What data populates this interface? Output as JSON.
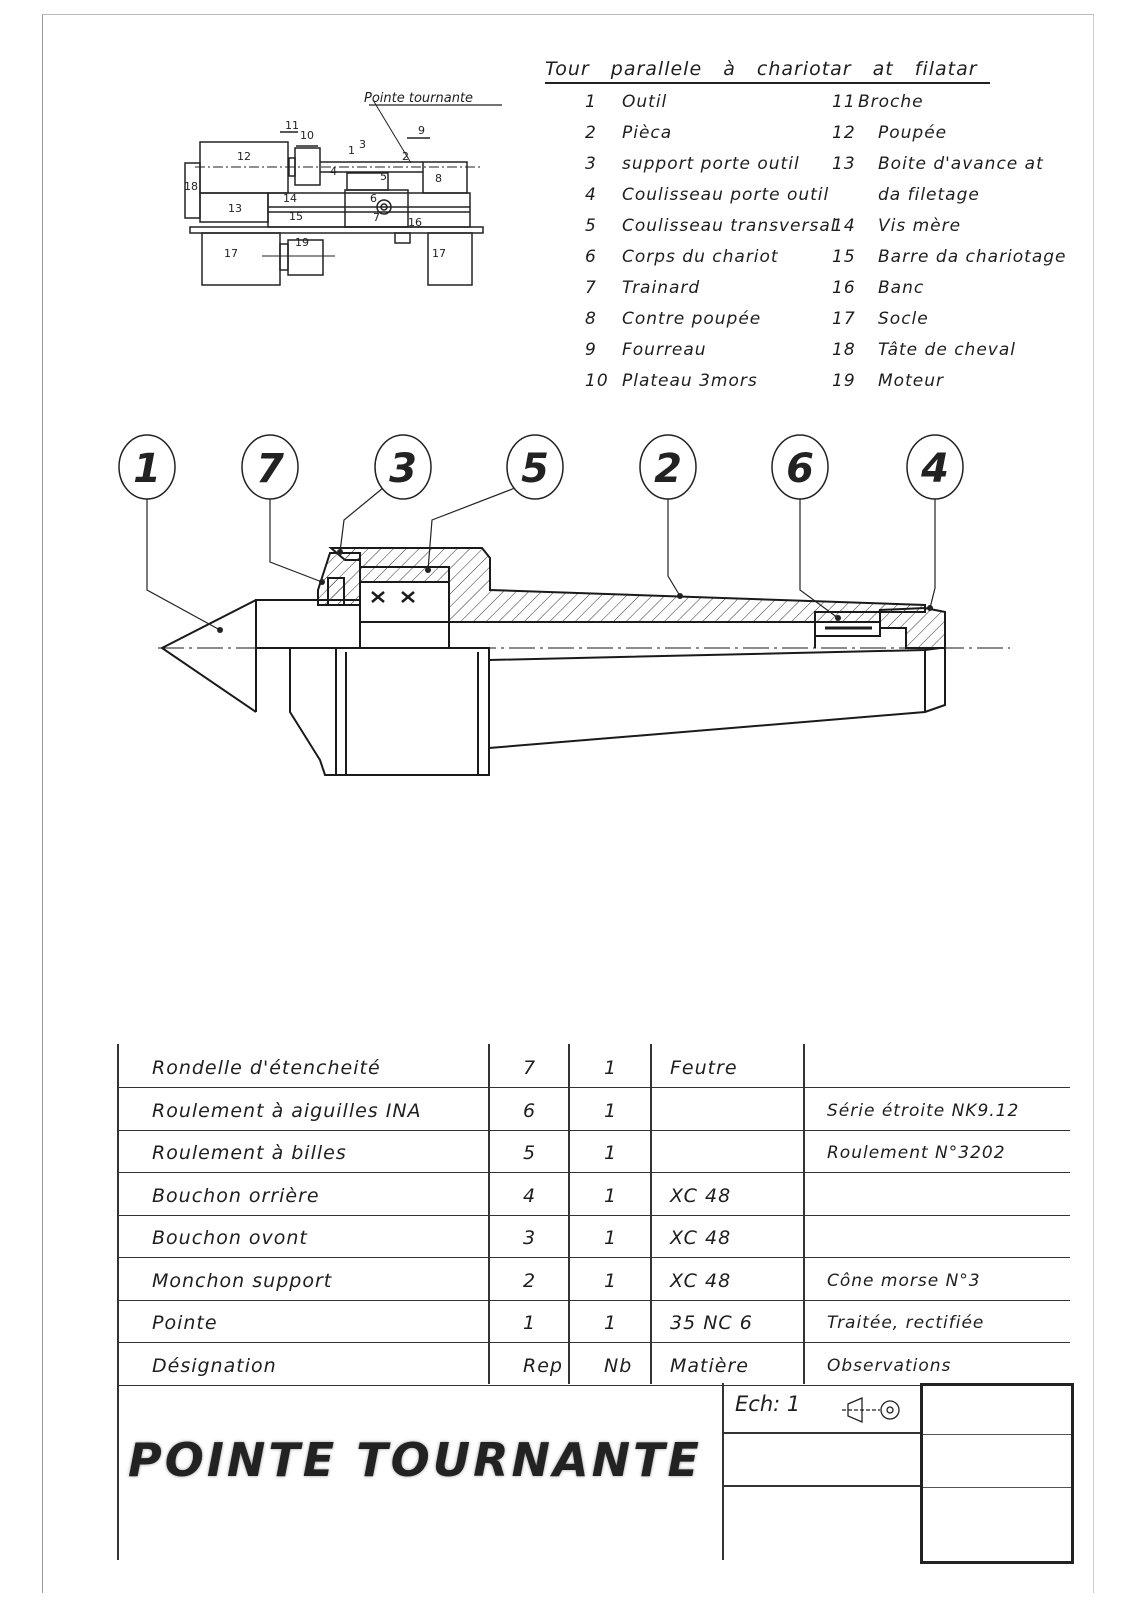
{
  "legend": {
    "title": "Tour parallele à chariotar at filatar",
    "callout_label": "Pointe tournante",
    "items": [
      {
        "num": "1",
        "label": "Outil"
      },
      {
        "num": "2",
        "label": "Pièca"
      },
      {
        "num": "3",
        "label": "support porte outil"
      },
      {
        "num": "4",
        "label": "Coulisseau porte outil"
      },
      {
        "num": "5",
        "label": "Coulisseau transversal"
      },
      {
        "num": "6",
        "label": "Corps du chariot"
      },
      {
        "num": "7",
        "label": "Trainard"
      },
      {
        "num": "8",
        "label": "Contre poupée"
      },
      {
        "num": "9",
        "label": "Fourreau"
      },
      {
        "num": "10",
        "label": "Plateau 3mors"
      },
      {
        "num": "11",
        "label": "Broche"
      },
      {
        "num": "12",
        "label": "Poupée"
      },
      {
        "num": "13",
        "label": "Boite d'avance at"
      },
      {
        "num": "",
        "label": "da filetage"
      },
      {
        "num": "14",
        "label": "Vis mère"
      },
      {
        "num": "15",
        "label": "Barre da chariotage"
      },
      {
        "num": "16",
        "label": "Banc"
      },
      {
        "num": "17",
        "label": "Socle"
      },
      {
        "num": "18",
        "label": "Tâte de cheval"
      },
      {
        "num": "19",
        "label": "Moteur"
      }
    ]
  },
  "lathe_labels": [
    "1",
    "2",
    "3",
    "4",
    "5",
    "6",
    "7",
    "8",
    "9",
    "10",
    "11",
    "12",
    "13",
    "14",
    "15",
    "16",
    "17",
    "17",
    "18",
    "19"
  ],
  "balloons": [
    "1",
    "7",
    "3",
    "5",
    "2",
    "6",
    "4"
  ],
  "parts_table": {
    "rows": [
      {
        "designation": "Rondelle d'étencheité",
        "rep": "7",
        "nb": "1",
        "matiere": "Feutre",
        "observations": ""
      },
      {
        "designation": "Roulement à aiguilles INA",
        "rep": "6",
        "nb": "1",
        "matiere": "",
        "observations": "Série étroite NK9.12"
      },
      {
        "designation": "Roulement à billes",
        "rep": "5",
        "nb": "1",
        "matiere": "",
        "observations": "Roulement N°3202"
      },
      {
        "designation": "Bouchon orrière",
        "rep": "4",
        "nb": "1",
        "matiere": "XC 48",
        "observations": ""
      },
      {
        "designation": "Bouchon ovont",
        "rep": "3",
        "nb": "1",
        "matiere": "XC 48",
        "observations": ""
      },
      {
        "designation": "Monchon support",
        "rep": "2",
        "nb": "1",
        "matiere": "XC 48",
        "observations": "Cône morse N°3"
      },
      {
        "designation": "Pointe",
        "rep": "1",
        "nb": "1",
        "matiere": "35 NC 6",
        "observations": "Traitée, rectifiée"
      }
    ],
    "header": {
      "designation": "Désignation",
      "rep": "Rep",
      "nb": "Nb",
      "matiere": "Matière",
      "observations": "Observations"
    }
  },
  "title_block": {
    "title": "POINTE TOURNANTE",
    "scale": "Ech: 1"
  }
}
